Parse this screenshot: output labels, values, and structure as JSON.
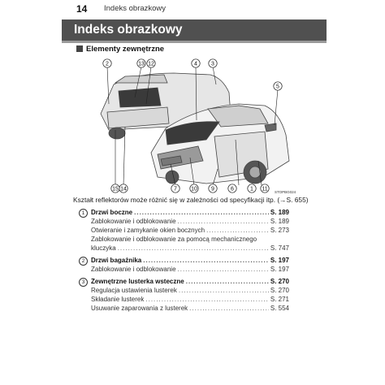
{
  "header": {
    "page_number": "14",
    "title": "Indeks obrazkowy"
  },
  "banner": {
    "title": "Indeks obrazkowy"
  },
  "section": {
    "title": "Elementy zewnętrzne"
  },
  "figure": {
    "code": "STOPBG024",
    "callouts": [
      "2",
      "13",
      "12",
      "4",
      "3",
      "5",
      "1",
      "11",
      "6",
      "9",
      "10",
      "7",
      "14",
      "15"
    ]
  },
  "caption": "Kształt reflektorów może różnić się w zależności od specyfikacji itp. (→S. 655)",
  "entries": [
    {
      "num": "1",
      "title": "Drzwi boczne",
      "page": "S. 189",
      "subs": [
        {
          "text": "Zablokowanie i odblokowanie",
          "page": "S. 189"
        },
        {
          "text": "Otwieranie i zamykanie okien bocznych",
          "page": "S. 273"
        },
        {
          "text": "Zablokowanie i odblokowanie za pomocą mechanicznego",
          "page": ""
        },
        {
          "text": "kluczyka",
          "page": "S. 747"
        }
      ]
    },
    {
      "num": "2",
      "title": "Drzwi bagażnika",
      "page": "S. 197",
      "subs": [
        {
          "text": "Zablokowanie i odblokowanie",
          "page": "S. 197"
        }
      ]
    },
    {
      "num": "3",
      "title": "Zewnętrzne lusterka wsteczne",
      "page": "S. 270",
      "subs": [
        {
          "text": "Regulacja ustawienia lusterek",
          "page": "S. 270"
        },
        {
          "text": "Składanie lusterek",
          "page": "S. 271"
        },
        {
          "text": "Usuwanie zaparowania z lusterek",
          "page": "S. 554"
        }
      ]
    }
  ]
}
